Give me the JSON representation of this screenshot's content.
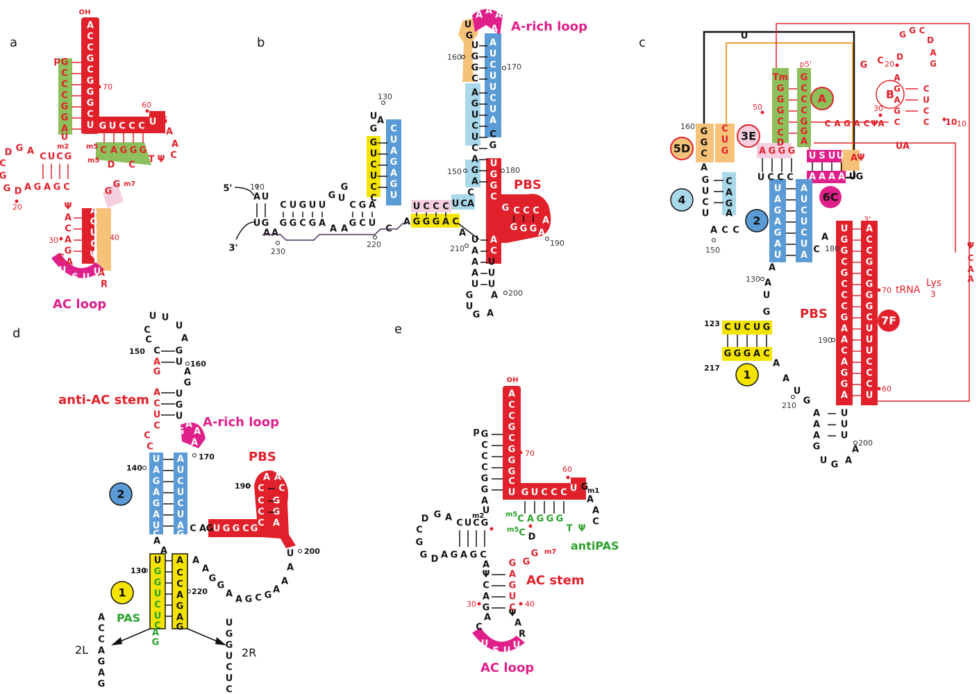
{
  "panels": {
    "a": "a",
    "b": "b",
    "c": "c",
    "d": "d",
    "e": "e"
  },
  "colors": {
    "red": "#e0202a",
    "green": "#8dbf5a",
    "blue": "#5b9bd5",
    "lightblue": "#a9d8ea",
    "yellow": "#f5e400",
    "orange": "#f6c27a",
    "pink": "#f4cfe0",
    "magenta": "#e0208a"
  },
  "labels": {
    "a_acloop": "AC loop",
    "b_arich": "A-rich loop",
    "b_pbs": "PBS",
    "b_5p": "5'",
    "b_3p": "3'",
    "c_pbs": "PBS",
    "c_trna": "tRNA",
    "c_lys": "Lys",
    "c_lys_sub": "3",
    "c_3p": "3'",
    "c_p5p": "p5'",
    "c_U": "U",
    "c_UA": "UA",
    "d_antiac": "anti-AC stem",
    "d_arich": "A-rich loop",
    "d_pbs": "PBS",
    "d_pas": "PAS",
    "d_2L": "2L",
    "d_2R": "2R",
    "e_acstem": "AC stem",
    "e_acloop": "AC loop",
    "e_antipas": "antiPAS",
    "oh": "OH",
    "p": "p"
  },
  "circles": {
    "c_A": "A",
    "c_B": "B",
    "c_3E": "3E",
    "c_5D": "5D",
    "c_4": "4",
    "c_2": "2",
    "c_6C": "6C",
    "c_7F": "7F",
    "c_1": "1",
    "d_2": "2",
    "d_1": "1"
  },
  "numbers": {
    "a": [
      "70",
      "60",
      "20",
      "30",
      "40"
    ],
    "b": [
      "130",
      "160",
      "170",
      "150",
      "180",
      "110",
      "230",
      "220",
      "210",
      "190",
      "200"
    ],
    "c": [
      "20",
      "30",
      "10",
      "50",
      "160",
      "150",
      "130",
      "180",
      "123",
      "217",
      "190",
      "210",
      "200",
      "70",
      "60"
    ],
    "d": [
      "150",
      "160",
      "170",
      "140",
      "190",
      "130",
      "220",
      "200"
    ],
    "e": [
      "70",
      "60",
      "30",
      "40"
    ]
  },
  "mods": {
    "m2": "m2",
    "m5": "m5",
    "m7": "m7",
    "m1": "m1",
    "Tm": "Tm",
    "psi": "Ψ",
    "m2G": "m2G"
  }
}
